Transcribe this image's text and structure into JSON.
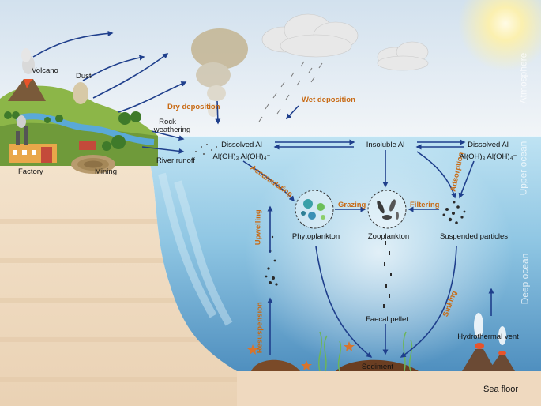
{
  "labels": {
    "volcano": "Volcano",
    "dust": "Dust",
    "dry_deposition": "Dry deposition",
    "wet_deposition": "Wet deposition",
    "rock_weathering_1": "Rock",
    "rock_weathering_2": "weathering",
    "factory": "Factory",
    "mining": "Mining",
    "river_runoff": "River runoff",
    "dissolved_al_left": "Dissolved Al",
    "al_species_left": "Al(OH)₃  Al(OH)₄⁻",
    "insoluble_al": "Insoluble Al",
    "dissolved_al_right": "Dissolved Al",
    "al_species_right": "Al(OH)₃  Al(OH)₄⁻",
    "accumulating": "Accumulating",
    "adsorption": "Adsorption",
    "grazing": "Grazing",
    "filtering": "Filtering",
    "phytoplankton": "Phytoplankton",
    "zooplankton": "Zooplankton",
    "suspended_particles": "Suspended particles",
    "upwelling": "Upwelling",
    "resuspension": "Resuspension",
    "sinking": "Sinking",
    "faecal_pellet": "Faecal pellet",
    "hydrothermal_vent": "Hydrothermal vent",
    "sediment": "Sediment",
    "sea_floor": "Sea floor"
  },
  "zones": {
    "atmosphere": "Atmosphere",
    "upper_ocean": "Upper ocean",
    "deep_ocean": "Deep ocean"
  },
  "colors": {
    "sky": "#dfe9f2",
    "ocean_upper": "#9fd0e8",
    "ocean_deep": "#6aa9cf",
    "land": "#eed9bf",
    "arrow": "#1f3f8c",
    "orange_label": "#c86a14"
  }
}
